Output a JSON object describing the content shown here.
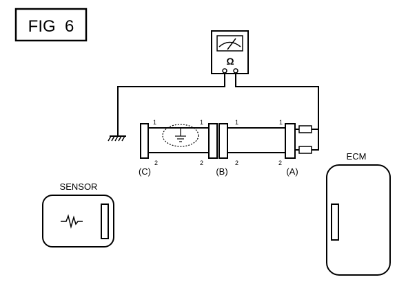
{
  "figure": {
    "label": "FIG  6"
  },
  "meter": {
    "symbol": "Ω"
  },
  "connectors": [
    {
      "id": "C",
      "label": "(C)",
      "pin_top": "1",
      "pin_bottom": "2"
    },
    {
      "id": "B",
      "label": "(B)",
      "pin_left_top": "1",
      "pin_left_bottom": "2",
      "pin_right_top": "1",
      "pin_right_bottom": "2"
    },
    {
      "id": "A",
      "label": "(A)",
      "pin_top": "1",
      "pin_bottom": "2"
    }
  ],
  "sensor": {
    "label": "SENSOR"
  },
  "ecm": {
    "label": "ECM"
  },
  "colors": {
    "ink": "#000000",
    "background": "#ffffff"
  }
}
